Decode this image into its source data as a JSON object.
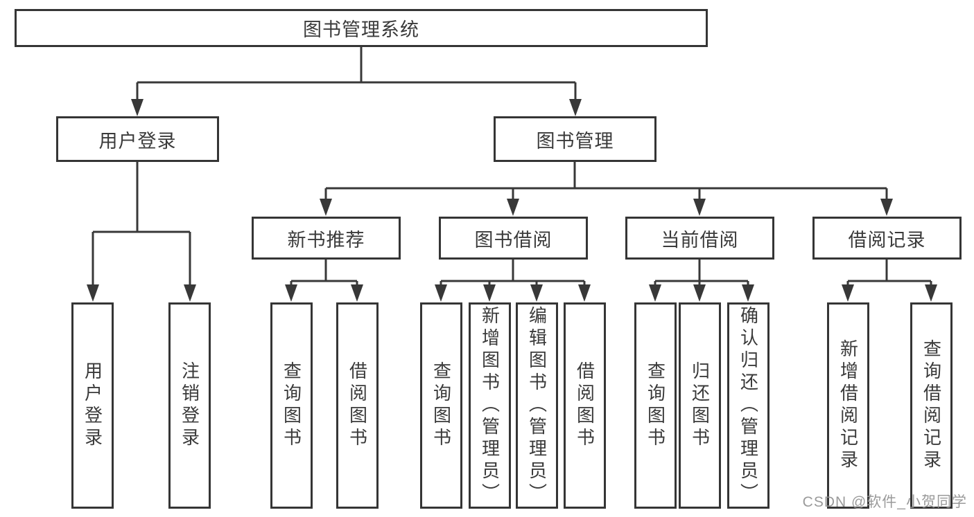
{
  "diagram": {
    "background_color": "#ffffff",
    "line_color": "#383838",
    "box_border_color": "#353535",
    "text_color": "#3a3a3a"
  },
  "watermark": {
    "text": "CSDN @软件_小贺同学",
    "color": "#919191"
  },
  "tree": {
    "root": {
      "label": "图书管理系统",
      "children": [
        {
          "label": "用户登录",
          "children": [
            {
              "label": "用户登录"
            },
            {
              "label": "注销登录"
            }
          ]
        },
        {
          "label": "图书管理",
          "children": [
            {
              "label": "新书推荐",
              "children": [
                {
                  "label": "查询图书"
                },
                {
                  "label": "借阅图书"
                }
              ]
            },
            {
              "label": "图书借阅",
              "children": [
                {
                  "label": "查询图书"
                },
                {
                  "label": "新增图书（管理员）"
                },
                {
                  "label": "编辑图书（管理员）"
                },
                {
                  "label": "借阅图书"
                }
              ]
            },
            {
              "label": "当前借阅",
              "children": [
                {
                  "label": "查询图书"
                },
                {
                  "label": "归还图书"
                },
                {
                  "label": "确认归还（管理员）"
                }
              ]
            },
            {
              "label": "借阅记录",
              "children": [
                {
                  "label": "新增借阅记录"
                },
                {
                  "label": "查询借阅记录"
                }
              ]
            }
          ]
        }
      ]
    }
  }
}
